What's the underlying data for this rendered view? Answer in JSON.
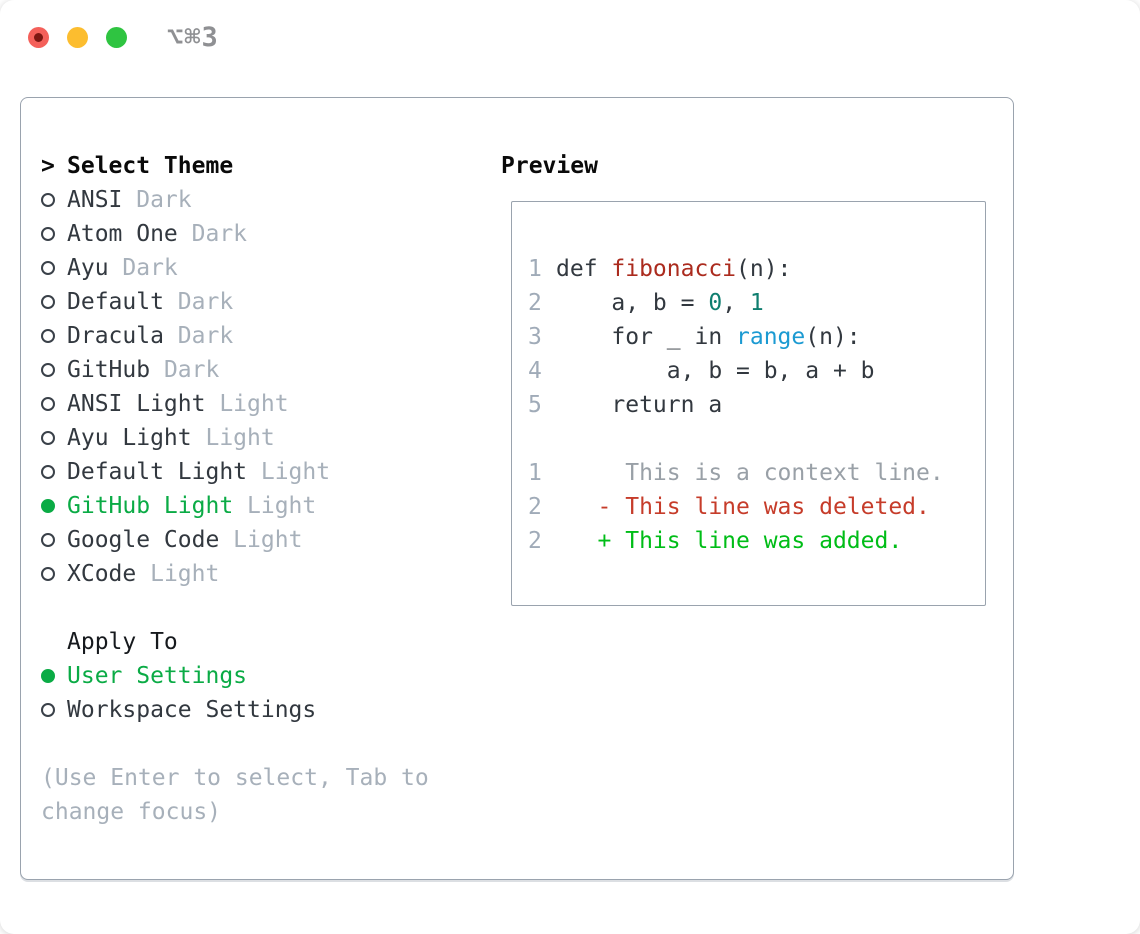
{
  "window": {
    "title": "⌥⌘3"
  },
  "colors": {
    "accent_green": "#0aab45",
    "added_green": "#00bd17",
    "deleted_red": "#c63c2a",
    "function_red": "#ab2b1e",
    "number_teal": "#0f7e6f",
    "builtin_blue": "#1b9ad2",
    "traffic_red": "#f4605a",
    "traffic_yellow": "#fcbd2f",
    "traffic_green": "#2fc441"
  },
  "theme_picker": {
    "header": {
      "marker": ">",
      "label": "Select Theme"
    },
    "themes": [
      {
        "name": "ANSI",
        "tag": "Dark",
        "selected": false
      },
      {
        "name": "Atom One",
        "tag": "Dark",
        "selected": false
      },
      {
        "name": "Ayu",
        "tag": "Dark",
        "selected": false
      },
      {
        "name": "Default",
        "tag": "Dark",
        "selected": false
      },
      {
        "name": "Dracula",
        "tag": "Dark",
        "selected": false
      },
      {
        "name": "GitHub",
        "tag": "Dark",
        "selected": false
      },
      {
        "name": "ANSI Light",
        "tag": "Light",
        "selected": false
      },
      {
        "name": "Ayu Light",
        "tag": "Light",
        "selected": false
      },
      {
        "name": "Default Light",
        "tag": "Light",
        "selected": false
      },
      {
        "name": "GitHub Light",
        "tag": "Light",
        "selected": true
      },
      {
        "name": "Google Code",
        "tag": "Light",
        "selected": false
      },
      {
        "name": "XCode",
        "tag": "Light",
        "selected": false
      }
    ],
    "apply_to": {
      "label": "Apply To",
      "options": [
        {
          "name": "User Settings",
          "selected": true
        },
        {
          "name": "Workspace Settings",
          "selected": false
        }
      ]
    },
    "hint_lines": [
      "(Use Enter to select, Tab to",
      "change focus)"
    ]
  },
  "preview": {
    "label": "Preview",
    "code_lines": [
      {
        "num": "1",
        "segments": [
          {
            "t": "def ",
            "c": "plain"
          },
          {
            "t": "fibonacci",
            "c": "func"
          },
          {
            "t": "(n):",
            "c": "plain"
          }
        ]
      },
      {
        "num": "2",
        "segments": [
          {
            "t": "    a, b = ",
            "c": "plain"
          },
          {
            "t": "0",
            "c": "num"
          },
          {
            "t": ", ",
            "c": "plain"
          },
          {
            "t": "1",
            "c": "num"
          }
        ]
      },
      {
        "num": "3",
        "segments": [
          {
            "t": "    for _ in ",
            "c": "plain"
          },
          {
            "t": "range",
            "c": "builtin"
          },
          {
            "t": "(n):",
            "c": "plain"
          }
        ]
      },
      {
        "num": "4",
        "segments": [
          {
            "t": "        a, b = b, a + b",
            "c": "plain"
          }
        ]
      },
      {
        "num": "5",
        "segments": [
          {
            "t": "    return a",
            "c": "plain"
          }
        ]
      }
    ],
    "diff_lines": [
      {
        "num": "1",
        "text": "     This is a context line.",
        "c": "ctx"
      },
      {
        "num": "2",
        "text": "   - This line was deleted.",
        "c": "del"
      },
      {
        "num": "2",
        "text": "   + This line was added.",
        "c": "add"
      }
    ]
  }
}
